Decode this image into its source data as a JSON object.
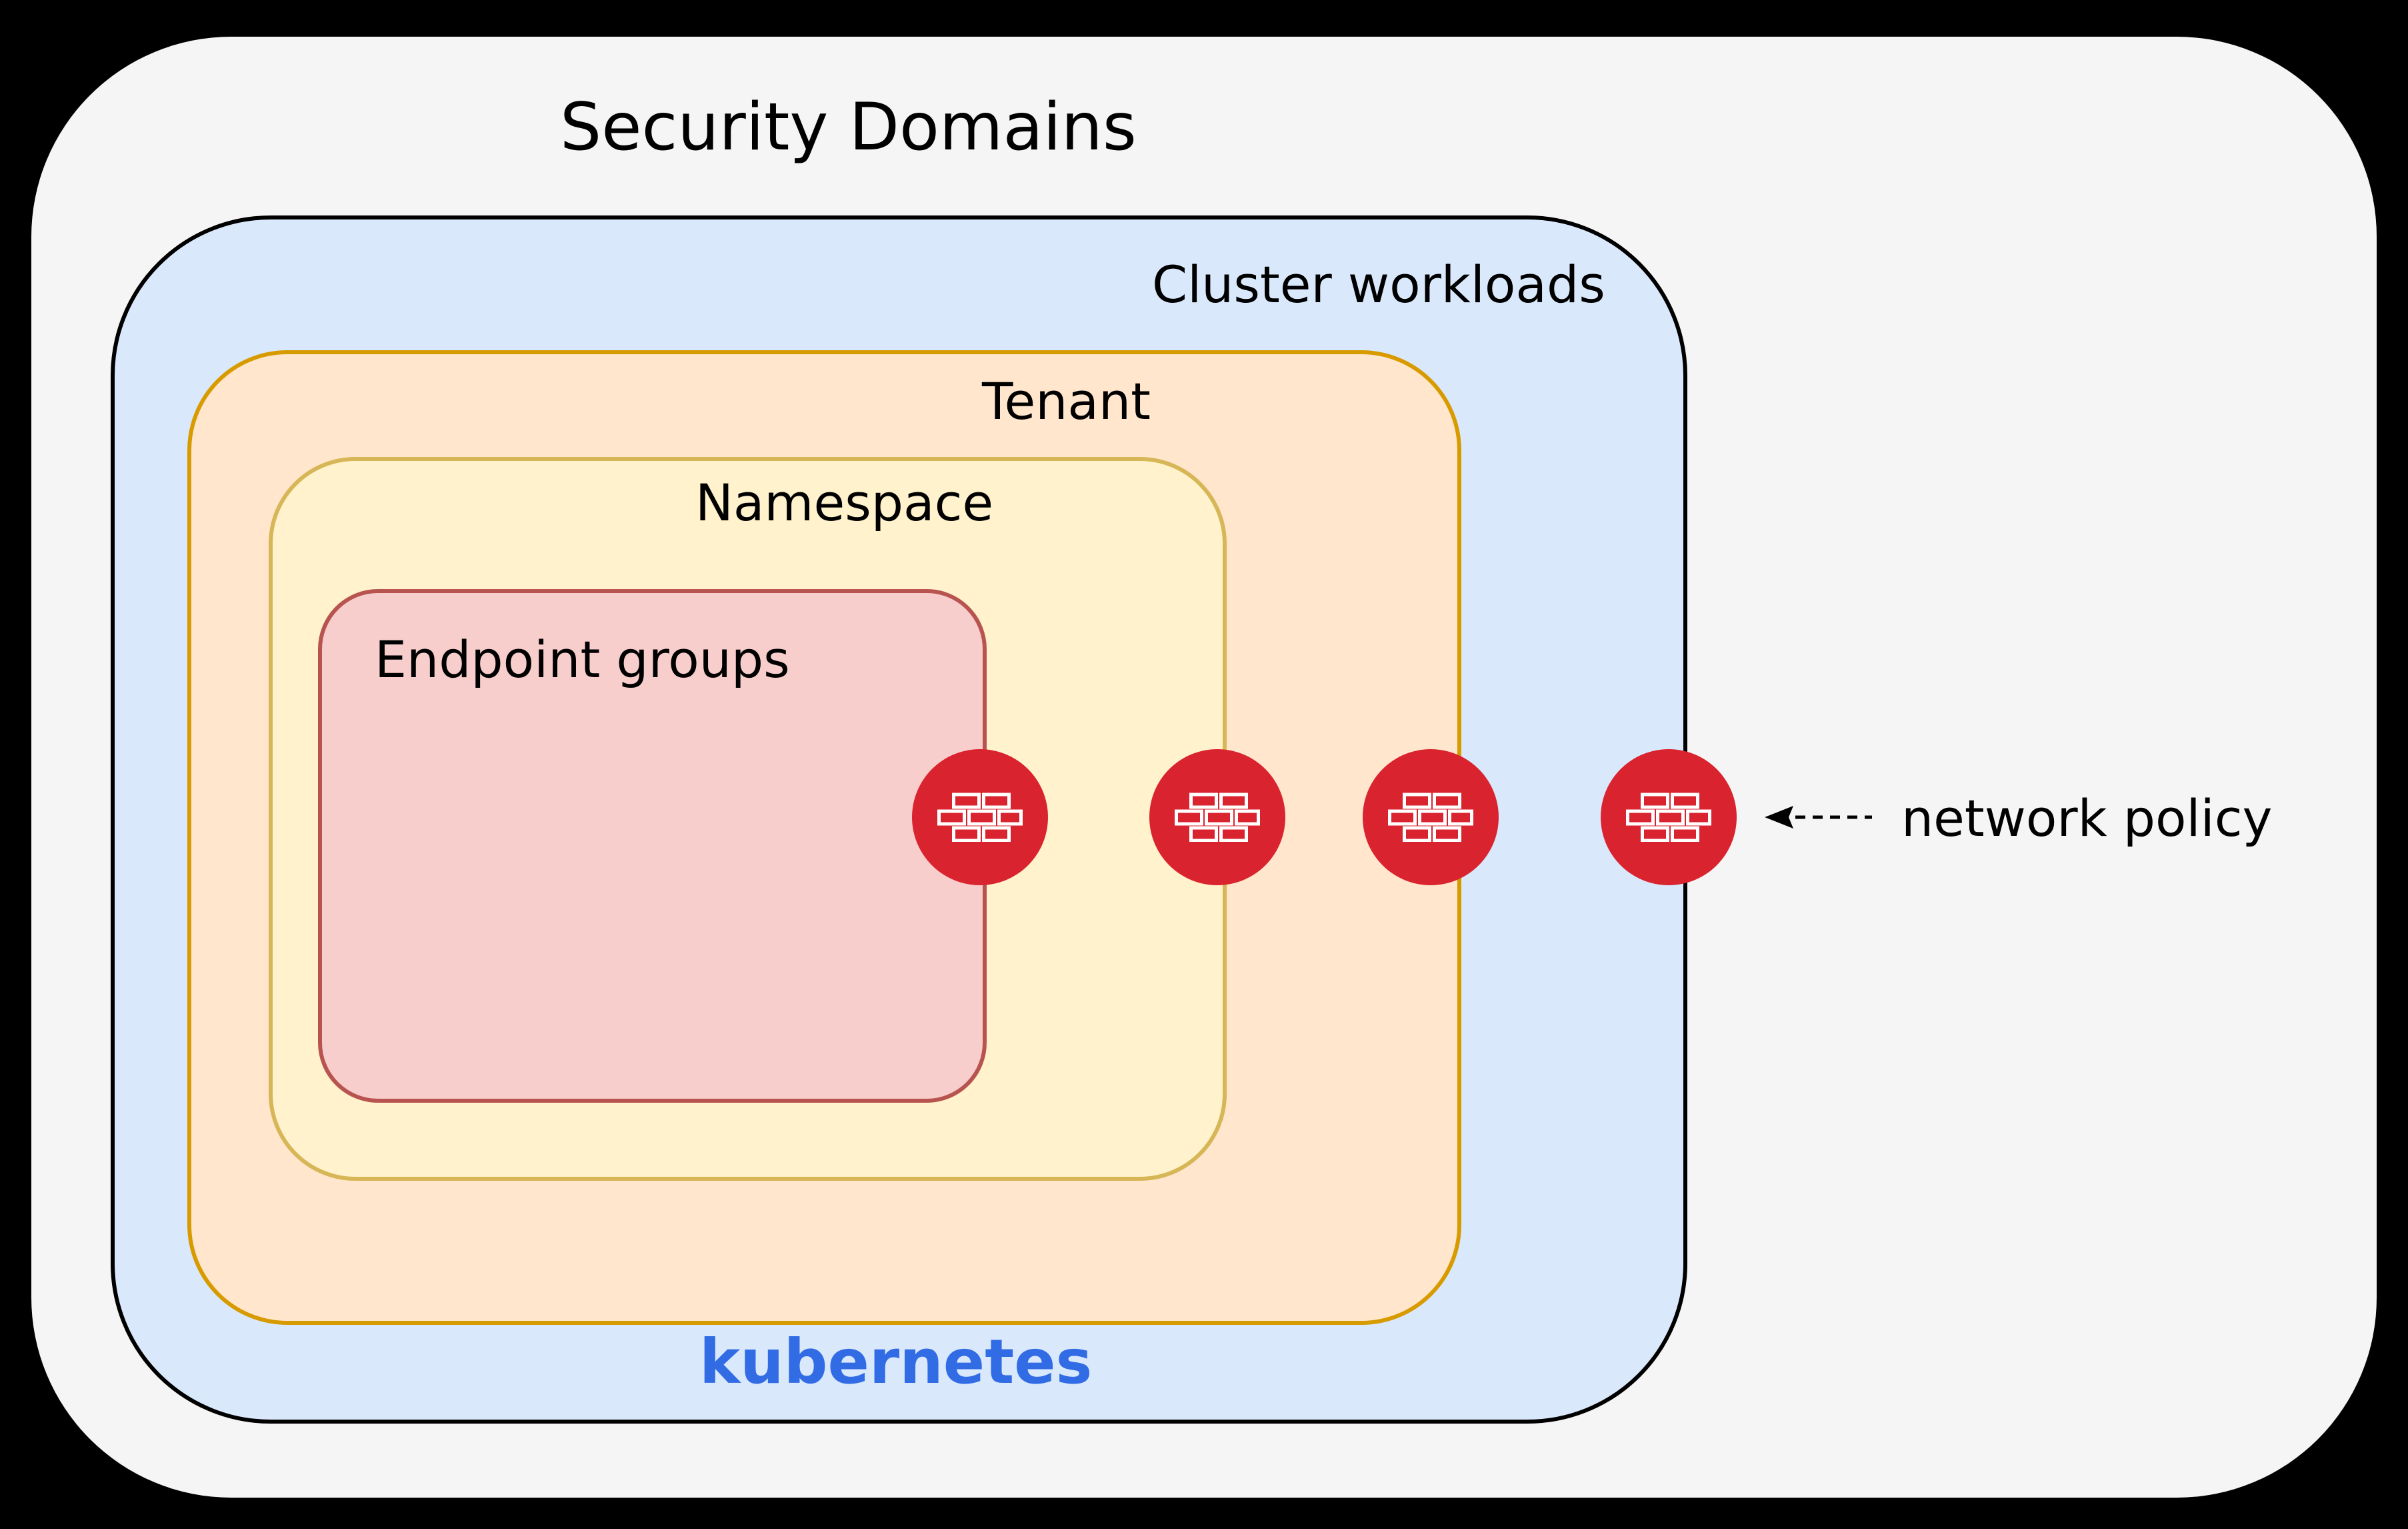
{
  "page": {
    "title": "Security Domains"
  },
  "diagram": {
    "layers": [
      {
        "id": "cluster-workloads",
        "label": "Cluster workloads",
        "fill": "#dae8fc",
        "border": "#000000"
      },
      {
        "id": "tenant",
        "label": "Tenant",
        "fill": "#ffe6cc",
        "border": "#d79b00"
      },
      {
        "id": "namespace",
        "label": "Namespace",
        "fill": "#fff2cc",
        "border": "#d6b656"
      },
      {
        "id": "endpoint-groups",
        "label": "Endpoint groups",
        "fill": "#f8cecc",
        "border": "#b85450"
      }
    ],
    "platform": {
      "label": "kubernetes",
      "color": "#326ce5"
    },
    "annotation": {
      "label": "network policy"
    },
    "firewall_nodes": {
      "count": 4,
      "color": "#d9242f",
      "icon": "firewall-brick-wall-icon",
      "description": "red circles with white brick-wall glyph sitting on the right border of each nested domain"
    }
  }
}
